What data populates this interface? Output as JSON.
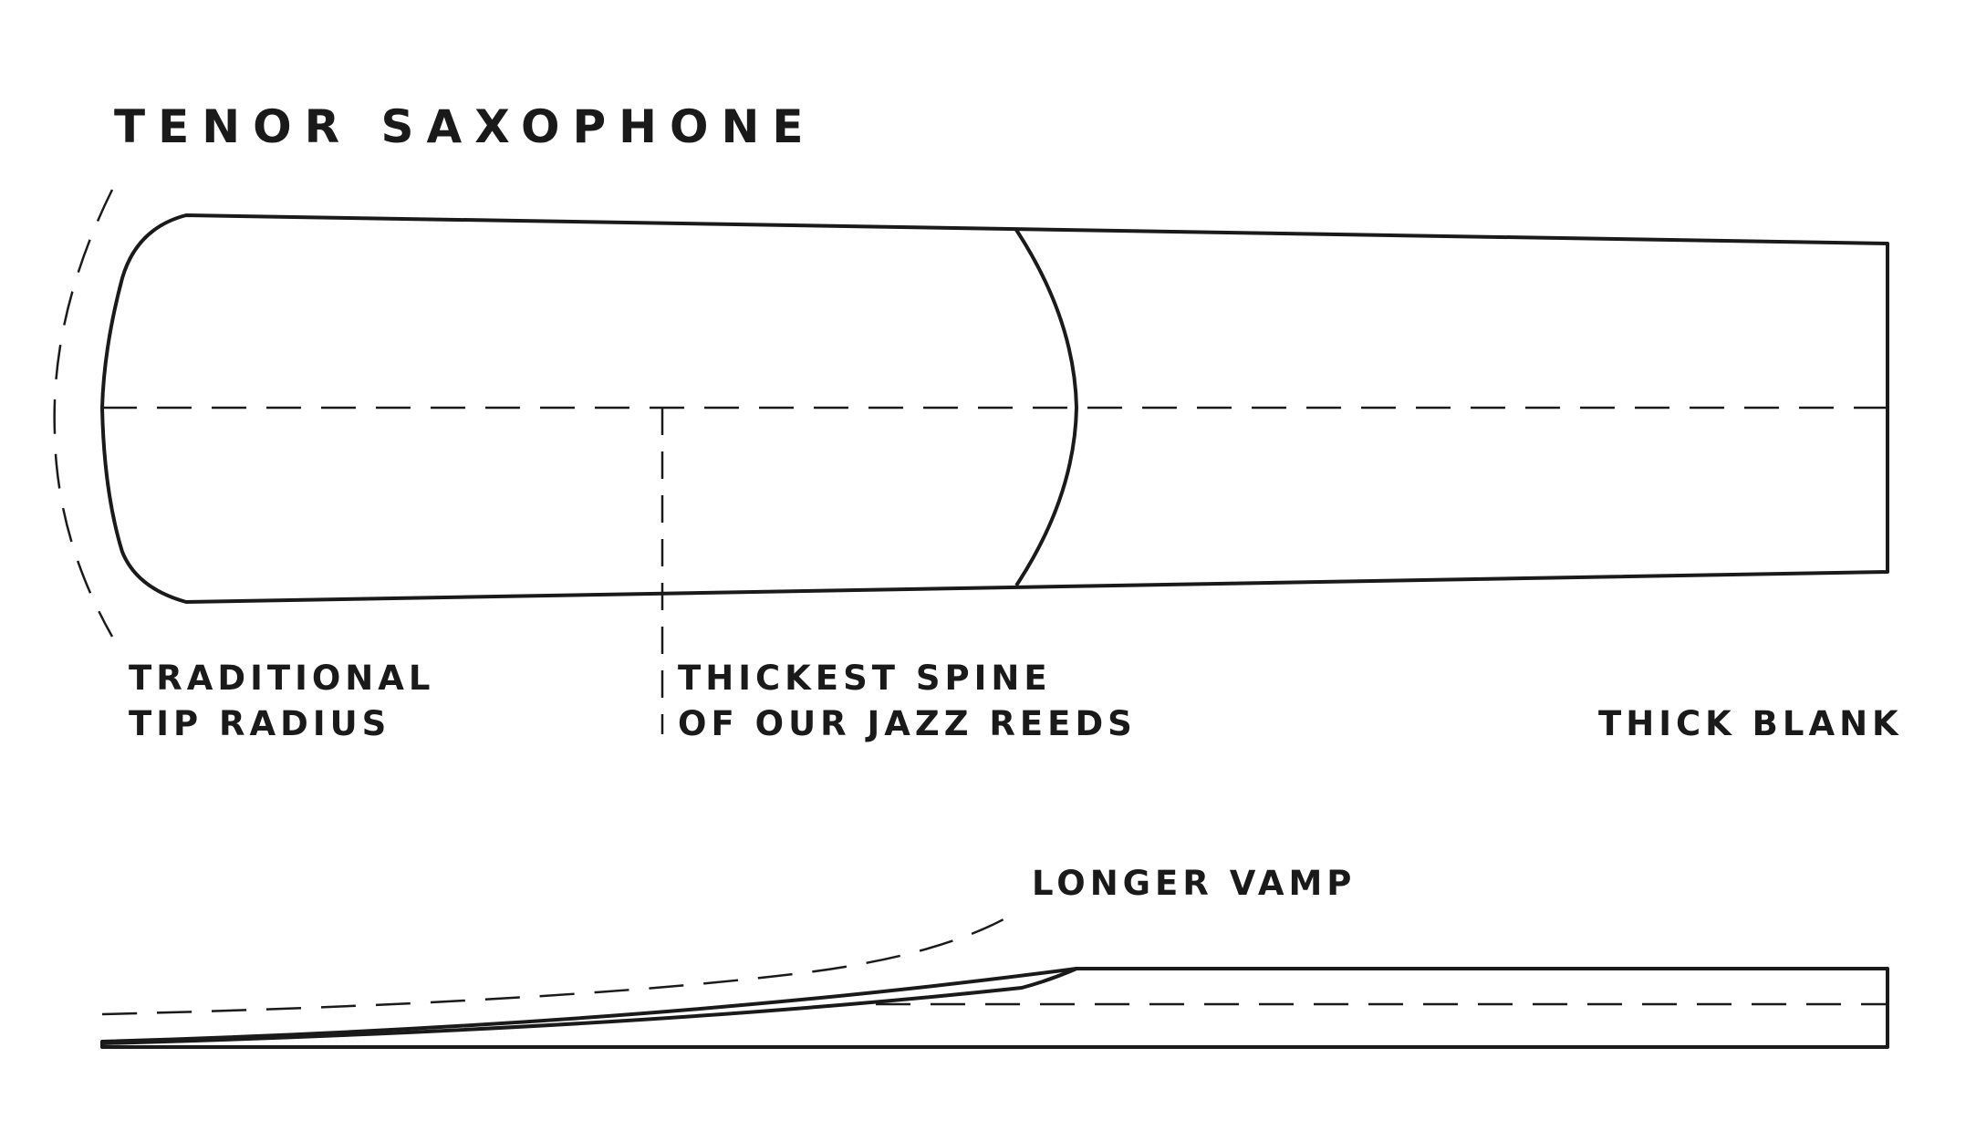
{
  "title": "TENOR SAXOPHONE",
  "callouts": {
    "tip_radius": [
      "TRADITIONAL",
      "TIP RADIUS"
    ],
    "spine": [
      "THICKEST SPINE",
      "OF OUR JAZZ REEDS"
    ],
    "blank": "THICK BLANK",
    "vamp": "LONGER VAMP"
  },
  "colors": {
    "line": "#1a1a1a",
    "background": "#ffffff"
  }
}
